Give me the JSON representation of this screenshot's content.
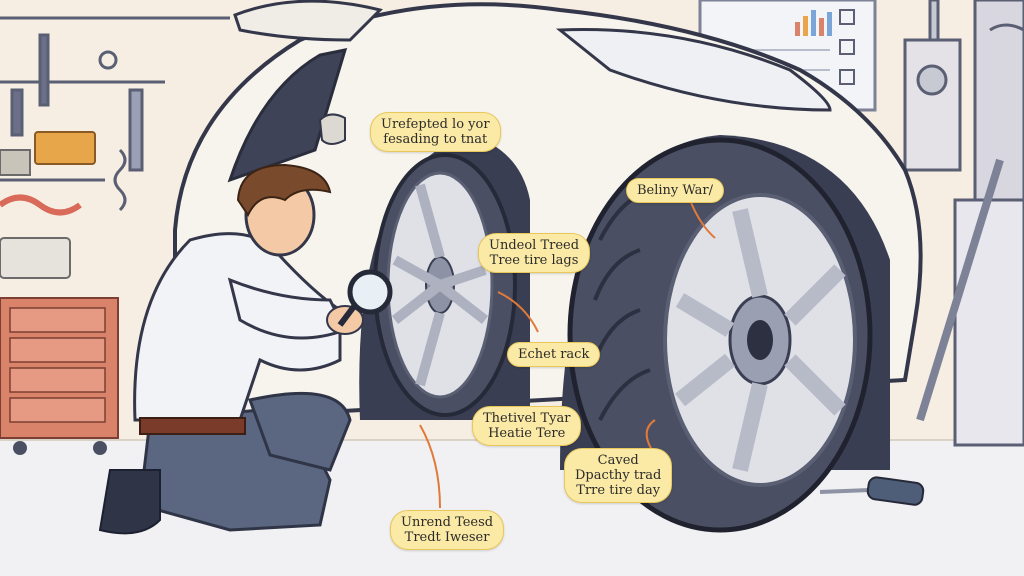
{
  "callouts": {
    "c1": {
      "line1": "Urefepted lo yor",
      "line2": "fesading to tnat"
    },
    "c2": {
      "line1": "Beliny War/"
    },
    "c3": {
      "line1": "Undeol Treed",
      "line2": "Tree tire lags"
    },
    "c4": {
      "line1": "Echet rack"
    },
    "c5": {
      "line1": "Thetivel Tyar",
      "line2": "Heatie Tere"
    },
    "c6": {
      "line1": "Caved",
      "line2": "Dpacthy trad",
      "line3": "Trre tire day"
    },
    "c7": {
      "line1": "Unrend Teesd",
      "line2": "Tredt Iweser"
    }
  },
  "colors": {
    "background": "#f6eee3",
    "car_body": "#f7f4ee",
    "tire": "#4a4f63",
    "callout_fill": "#fbe9a6",
    "arrow": "#e07a3a",
    "shirt": "#f1f3f7",
    "jeans": "#5b6780"
  }
}
